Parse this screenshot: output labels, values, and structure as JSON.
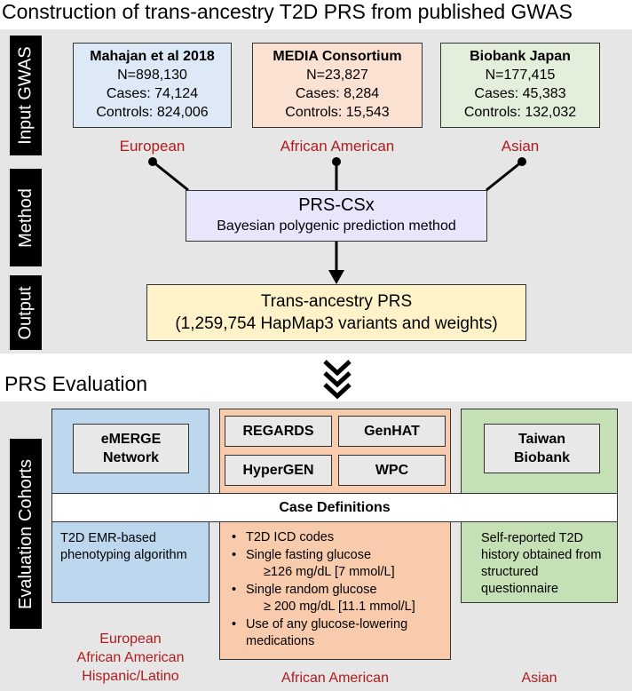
{
  "top_title": "Construction of trans-ancestry T2D PRS from published GWAS",
  "side_labels": {
    "input": "Input GWAS",
    "method": "Method",
    "output": "Output",
    "evaluation": "Evaluation Cohorts"
  },
  "gwas": [
    {
      "name": "Mahajan et al 2018",
      "n": "N=898,130",
      "cases": "Cases: 74,124",
      "controls": "Controls: 824,006",
      "ancestry": "European",
      "color": "#dde9f6"
    },
    {
      "name": "MEDIA Consortium",
      "n": "N=23,827",
      "cases": "Cases: 8,284",
      "controls": "Controls: 15,543",
      "ancestry": "African American",
      "color": "#fbe1d2"
    },
    {
      "name": "Biobank Japan",
      "n": "N=177,415",
      "cases": "Cases: 45,383",
      "controls": "Controls: 132,032",
      "ancestry": "Asian",
      "color": "#e3efda"
    }
  ],
  "method": {
    "title": "PRS-CSx",
    "subtitle": "Bayesian polygenic prediction method"
  },
  "output": {
    "line1": "Trans-ancestry PRS",
    "line2": "(1,259,754 HapMap3 variants and weights)"
  },
  "eval_title": "PRS Evaluation",
  "cohorts": {
    "emerge": "eMERGE Network",
    "regards": "REGARDS",
    "genhat": "GenHAT",
    "hypergen": "HyperGEN",
    "wpc": "WPC",
    "taiwan": "Taiwan Biobank"
  },
  "case_definitions": "Case Definitions",
  "definitions": {
    "left": "T2D EMR-based phenotyping algorithm",
    "middle": [
      {
        "lines": [
          "T2D ICD codes"
        ]
      },
      {
        "lines": [
          "Single fasting glucose",
          "≥126 mg/dL [7 mmol/L]"
        ]
      },
      {
        "lines": [
          "Single random glucose",
          "≥ 200 mg/dL [11.1 mmol/L]"
        ]
      },
      {
        "lines": [
          "Use of any glucose-lowering",
          "medications"
        ]
      }
    ],
    "right": "Self-reported T2D history obtained from structured questionnaire"
  },
  "bottom_labels": {
    "left": [
      "European",
      "African American",
      "Hispanic/Latino"
    ],
    "middle": "African American",
    "right": "Asian"
  },
  "colors": {
    "col_left": "#bdd7ee",
    "col_middle": "#f8cbad",
    "col_right": "#c5e0b4",
    "accent_red": "#b01c1c"
  }
}
